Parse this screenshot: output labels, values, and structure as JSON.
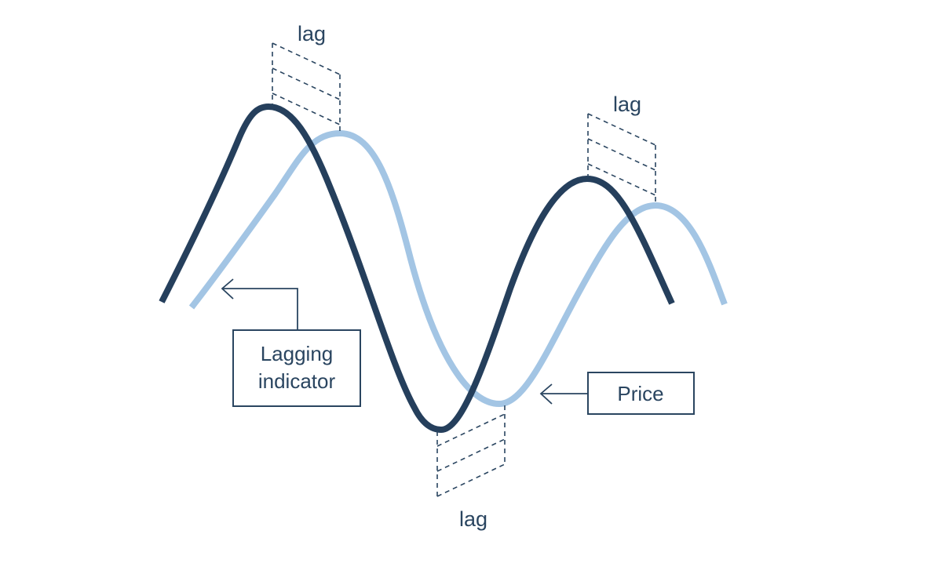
{
  "diagram": {
    "lag_labels": [
      "lag",
      "lag",
      "lag"
    ],
    "callouts": {
      "lagging_indicator": {
        "line1": "Lagging",
        "line2": "indicator"
      },
      "price": "Price"
    },
    "colors": {
      "price_line": "#253f5c",
      "indicator_line": "#a3c5e4",
      "annotation": "#2a4560",
      "background": "#ffffff"
    }
  }
}
